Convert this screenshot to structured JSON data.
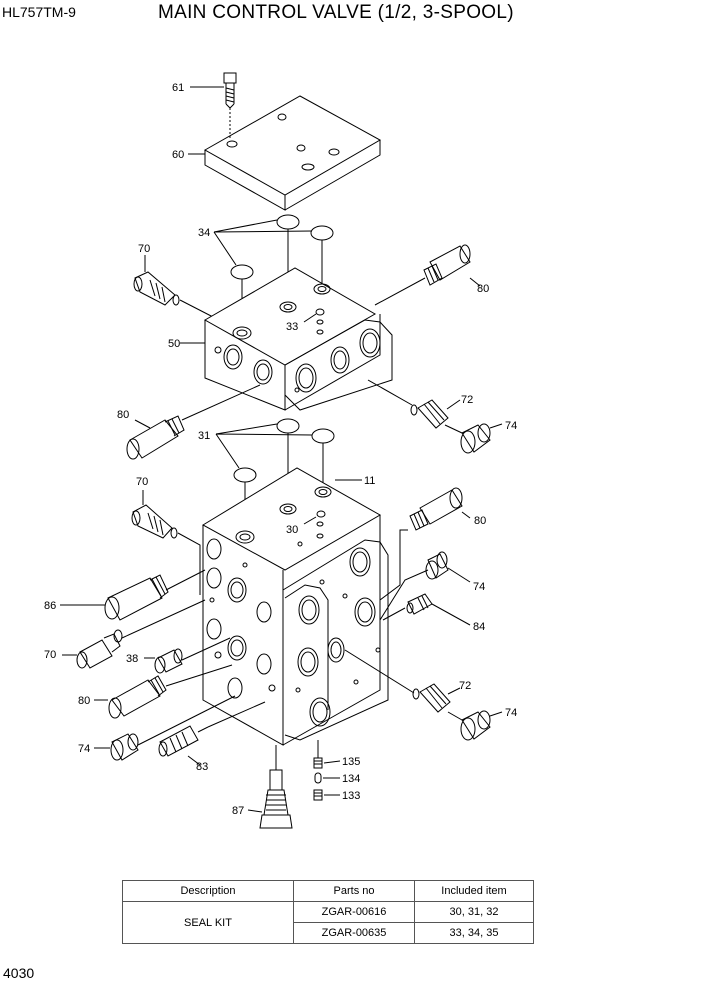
{
  "header": {
    "model": "HL757TM-9",
    "title": "MAIN CONTROL VALVE (1/2, 3-SPOOL)"
  },
  "page_number": "4030",
  "callouts": {
    "c61": "61",
    "c60": "60",
    "c34": "34",
    "c70a": "70",
    "c80a": "80",
    "c33": "33",
    "c50": "50",
    "c72a": "72",
    "c74a": "74",
    "c80b": "80",
    "c31": "31",
    "c11": "11",
    "c70b": "70",
    "c30": "30",
    "c80c": "80",
    "c74b": "74",
    "c86": "86",
    "c84": "84",
    "c70c": "70",
    "c38": "38",
    "c72b": "72",
    "c80d": "80",
    "c74c": "74",
    "c74d": "74",
    "c83": "83",
    "c135": "135",
    "c134": "134",
    "c133": "133",
    "c87": "87"
  },
  "kit_table": {
    "headers": [
      "Description",
      "Parts no",
      "Included item"
    ],
    "description": "SEAL KIT",
    "rows": [
      {
        "parts_no": "ZGAR-00616",
        "included": "30, 31, 32"
      },
      {
        "parts_no": "ZGAR-00635",
        "included": "33, 34, 35"
      }
    ]
  }
}
